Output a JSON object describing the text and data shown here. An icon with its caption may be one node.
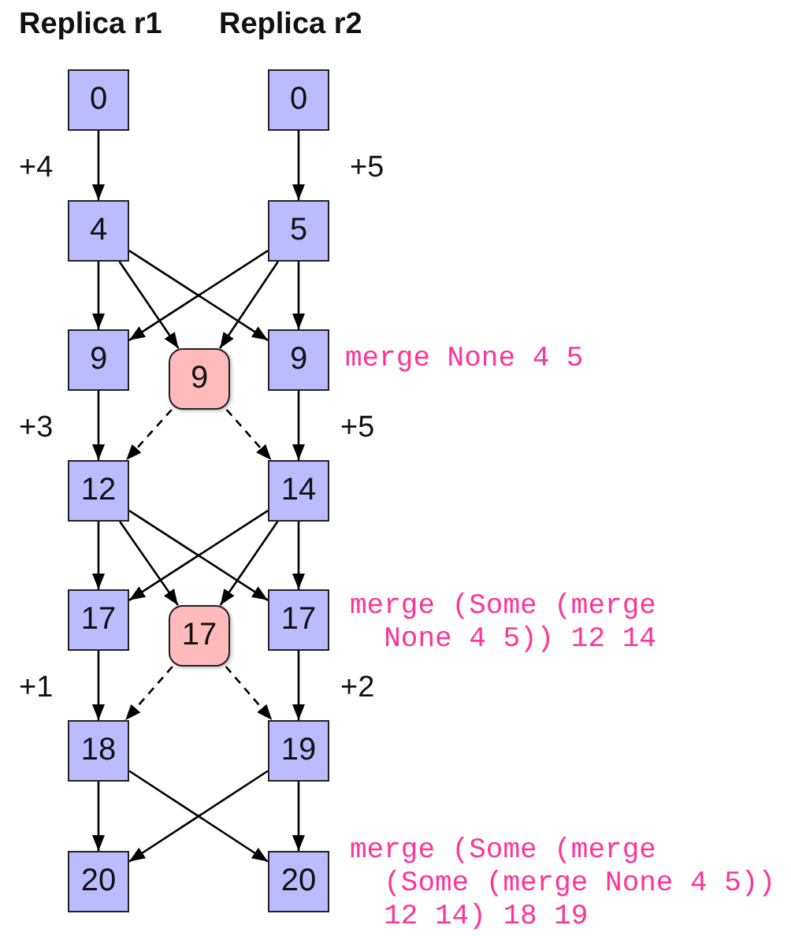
{
  "diagram": {
    "nodes": [
      {
        "text": [
          "0"
        ]
      },
      {
        "text": [
          "0"
        ]
      },
      {
        "text": [
          "4"
        ]
      },
      {
        "text": [
          "5"
        ]
      },
      {
        "text": [
          "9"
        ]
      },
      {
        "text": [
          "9"
        ]
      },
      {
        "text": [
          "9"
        ]
      },
      {
        "text": [
          "12"
        ]
      },
      {
        "text": [
          "14"
        ]
      },
      {
        "text": [
          "17"
        ]
      },
      {
        "text": [
          "17"
        ]
      },
      {
        "text": [
          "17"
        ]
      },
      {
        "text": [
          "18"
        ]
      },
      {
        "text": [
          "19"
        ]
      },
      {
        "text": [
          "20"
        ]
      },
      {
        "text": [
          "20"
        ]
      }
    ],
    "edges": [
      {
        "from": 0,
        "to": 2,
        "arrow": "to",
        "label": "+4"
      },
      {
        "from": 1,
        "to": 3,
        "arrow": "to",
        "label": "+5"
      },
      {
        "from": 2,
        "to": 4,
        "arrow": "to"
      },
      {
        "from": 2,
        "to": 5,
        "arrow": "to"
      },
      {
        "from": 2,
        "to": 6,
        "arrow": "to"
      },
      {
        "from": 3,
        "to": 6,
        "arrow": "to"
      },
      {
        "from": 3,
        "to": 5,
        "arrow": "to"
      },
      {
        "from": 3,
        "to": 4,
        "arrow": "to"
      },
      {
        "from": 4,
        "to": 7,
        "arrow": "to",
        "label": "+3"
      },
      {
        "from": 5,
        "to": 7,
        "arrow": "to",
        "style": "dashed"
      },
      {
        "from": 5,
        "to": 8,
        "arrow": "to",
        "style": "dashed"
      },
      {
        "from": 6,
        "to": 8,
        "arrow": "to",
        "label": "+5"
      },
      {
        "from": 7,
        "to": 9,
        "arrow": "to"
      },
      {
        "from": 7,
        "to": 10,
        "arrow": "to"
      },
      {
        "from": 7,
        "to": 11,
        "arrow": "to"
      },
      {
        "from": 8,
        "to": 11,
        "arrow": "to"
      },
      {
        "from": 8,
        "to": 10,
        "arrow": "to"
      },
      {
        "from": 8,
        "to": 9,
        "arrow": "to"
      },
      {
        "from": 9,
        "to": 12,
        "arrow": "to",
        "label": "+1"
      },
      {
        "from": 10,
        "to": 12,
        "arrow": "to",
        "style": "dashed"
      },
      {
        "from": 10,
        "to": 13,
        "arrow": "to",
        "style": "dashed"
      },
      {
        "from": 11,
        "to": 13,
        "arrow": "to",
        "label": "+2"
      },
      {
        "from": 12,
        "to": 14,
        "arrow": "to"
      },
      {
        "from": 12,
        "to": 15,
        "arrow": "to"
      },
      {
        "from": 13,
        "to": 15,
        "arrow": "to"
      },
      {
        "from": 13,
        "to": 14,
        "arrow": "to"
      }
    ],
    "labels": [
      "Replica r1",
      "Replica r2",
      "merge None 4 5",
      "merge (Some (merge None 4 5)) 12 14",
      "merge (Some (merge (Some (merge None 4 5)) 12 14) 18 19"
    ]
  }
}
